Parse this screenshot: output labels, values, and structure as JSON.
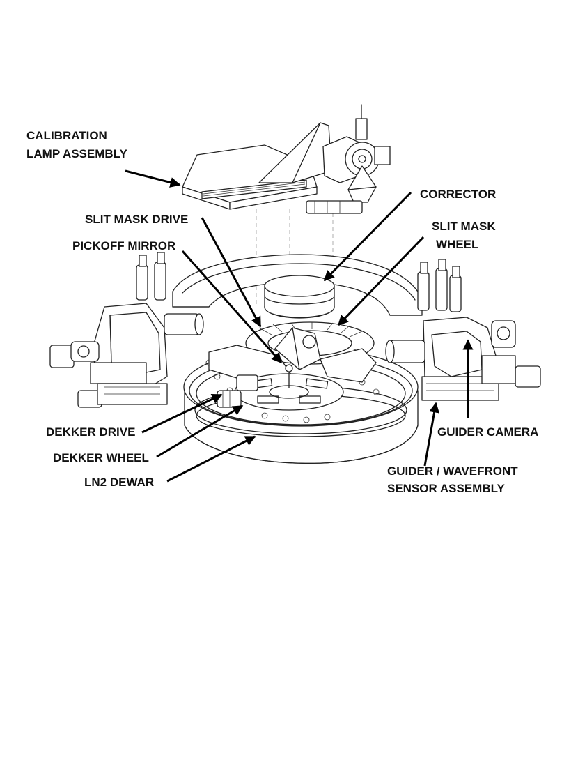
{
  "labels": {
    "calibration_1": "CALIBRATION",
    "calibration_2": "LAMP ASSEMBLY",
    "slit_mask_drive": "SLIT MASK DRIVE",
    "pickoff_mirror": "PICKOFF MIRROR",
    "corrector": "CORRECTOR",
    "slit_mask_wheel_1": "SLIT MASK",
    "slit_mask_wheel_2": "WHEEL",
    "dekker_drive": "DEKKER DRIVE",
    "dekker_wheel": "DEKKER WHEEL",
    "ln2_dewar": "LN2 DEWAR",
    "guider_camera": "GUIDER CAMERA",
    "guider_wavefront_1": "GUIDER / WAVEFRONT",
    "guider_wavefront_2": "SENSOR ASSEMBLY"
  }
}
